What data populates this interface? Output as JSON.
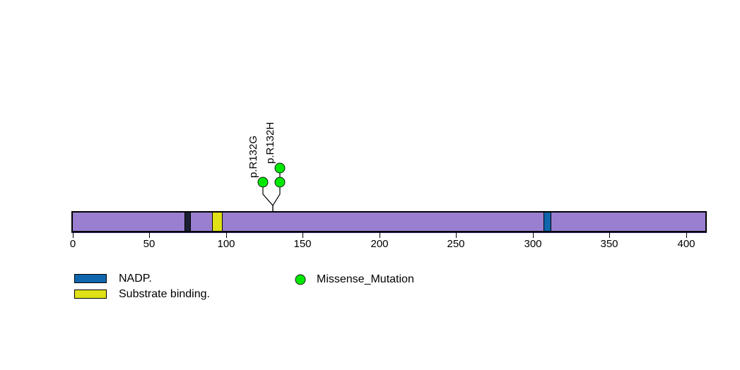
{
  "chart_data": {
    "type": "lollipop",
    "title": "",
    "xlabel": "",
    "ylabel": "",
    "protein_length": 414,
    "axis": {
      "min": 0,
      "max": 414,
      "ticks": [
        0,
        50,
        100,
        150,
        200,
        250,
        300,
        350,
        400
      ],
      "tick_labels": [
        "0",
        "50",
        "100",
        "150",
        "200",
        "250",
        "300",
        "350",
        "400"
      ],
      "grid": false
    },
    "backbone": {
      "name": "protein-backbone",
      "color": "#9a7fd1",
      "border_color": "#000000"
    },
    "domains": [
      {
        "name": "unannotated-dark-band",
        "start": 74,
        "end": 78,
        "color": "#1b2133",
        "label": ""
      },
      {
        "name": "substrate-binding",
        "start": 92,
        "end": 99,
        "color": "#dfe015",
        "label": "Substrate binding."
      },
      {
        "name": "nadp",
        "start": 308,
        "end": 313,
        "color": "#1066ad",
        "label": "NADP."
      }
    ],
    "mutations": [
      {
        "label": "p.R132G",
        "position": 132,
        "count": 1,
        "type": "Missense_Mutation",
        "color": "#00e800"
      },
      {
        "label": "p.R132H",
        "position": 132,
        "count": 2,
        "type": "Missense_Mutation",
        "color": "#00e800"
      }
    ],
    "legend": {
      "position": "bottom-left",
      "domain_entries": [
        {
          "label": "NADP.",
          "color": "#1066ad"
        },
        {
          "label": "Substrate binding.",
          "color": "#dfe015"
        }
      ],
      "mutation_entries": [
        {
          "label": "Missense_Mutation",
          "color": "#00e800"
        }
      ]
    }
  }
}
